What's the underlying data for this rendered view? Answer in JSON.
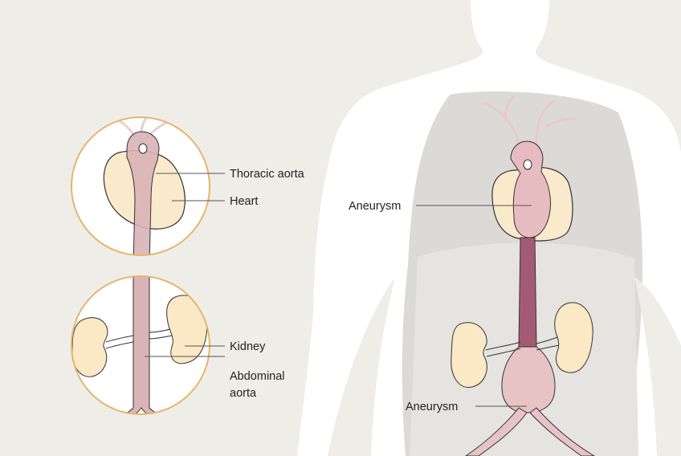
{
  "labels": {
    "thoracic_aorta": "Thoracic aorta",
    "heart": "Heart",
    "kidney": "Kidney",
    "abdominal_aorta_line1": "Abdominal",
    "abdominal_aorta_line2": "aorta",
    "aneurysm_thoracic": "Aneurysm",
    "aneurysm_abdominal": "Aneurysm"
  },
  "colors": {
    "background": "#efede8",
    "body_silhouette": "#ffffff",
    "torso_shade": "#dcdad6",
    "heart_fill": "#faeacc",
    "kidney_fill": "#fbe8c4",
    "aorta_normal": "#d9b3b6",
    "aorta_diseased": "#a45a75",
    "aneurysm_fill": "#e8c3c6",
    "vessel_light": "#e9c9c9",
    "inset_ring": "#e5b66c",
    "outline": "#333333",
    "leader_line": "#555555"
  }
}
